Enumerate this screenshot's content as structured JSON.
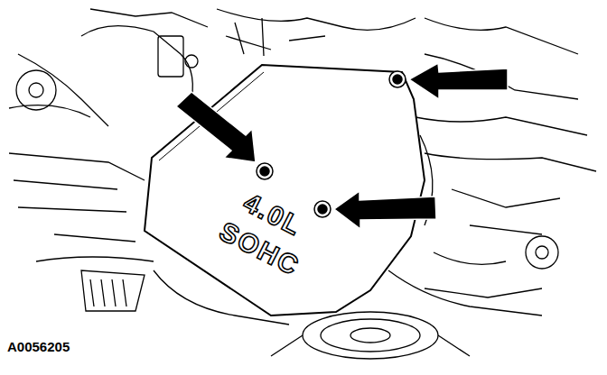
{
  "diagram": {
    "labels": [
      "4.0L",
      "SOHC",
      "A0056205"
    ]
  }
}
